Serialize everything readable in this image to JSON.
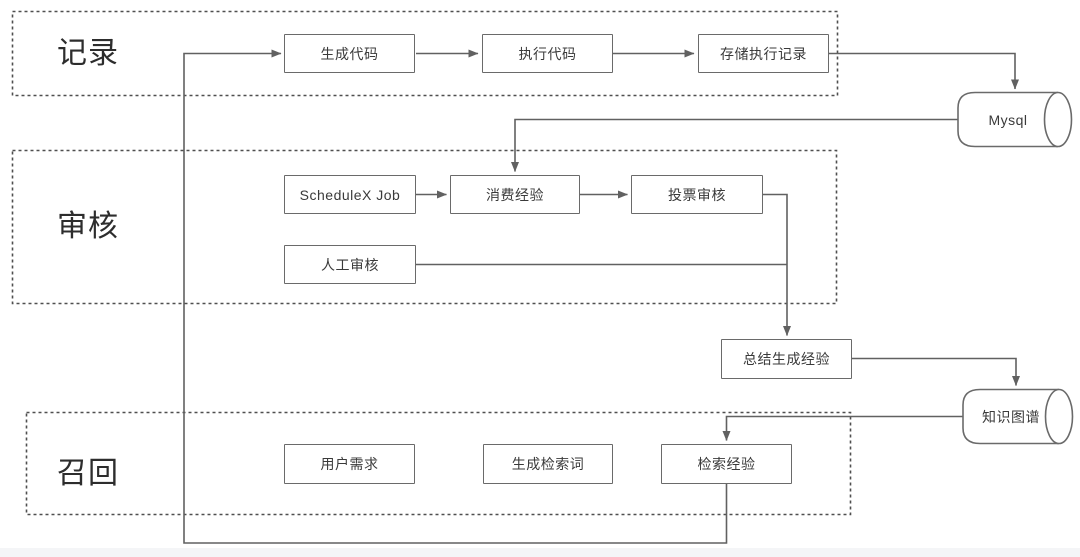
{
  "diagram": {
    "sections": {
      "record": {
        "label": "记录"
      },
      "review": {
        "label": "审核"
      },
      "recall": {
        "label": "召回"
      }
    },
    "nodes": {
      "generate_code": {
        "label": "生成代码"
      },
      "execute_code": {
        "label": "执行代码"
      },
      "store_execution_record": {
        "label": "存储执行记录"
      },
      "mysql": {
        "label": "Mysql"
      },
      "schedulex_job": {
        "label": "ScheduleX Job"
      },
      "consume_experience": {
        "label": "消费经验"
      },
      "vote_review": {
        "label": "投票审核"
      },
      "manual_review": {
        "label": "人工审核"
      },
      "summarize_experience": {
        "label": "总结生成经验"
      },
      "knowledge_graph": {
        "label": "知识图谱"
      },
      "user_need": {
        "label": "用户需求"
      },
      "generate_query": {
        "label": "生成检索词"
      },
      "retrieve_experience": {
        "label": "检索经验"
      }
    },
    "colors": {
      "box_border": "#6a6a6a",
      "dashed_border": "#4f4f4f",
      "connector": "#616161",
      "text": "#3a3a3a"
    }
  }
}
